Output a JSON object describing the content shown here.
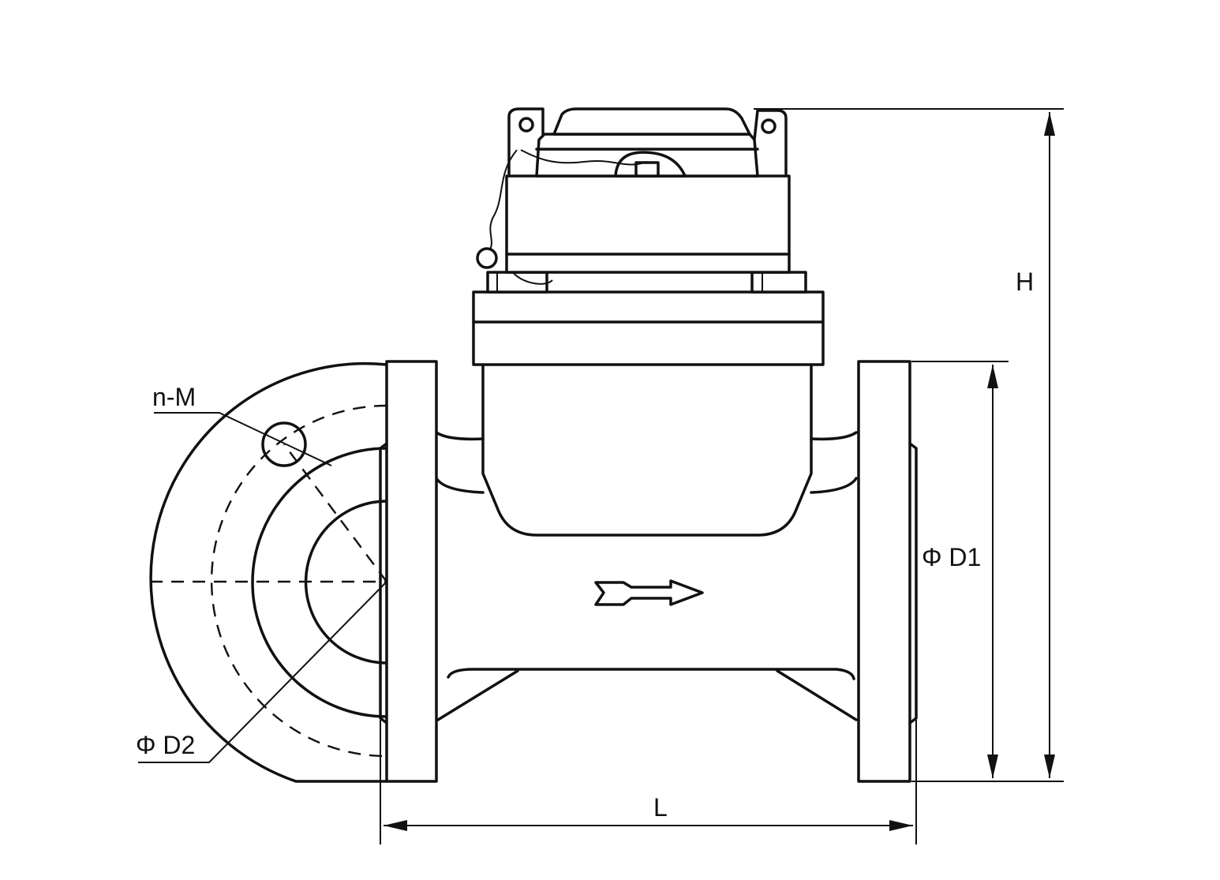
{
  "labels": {
    "height": "H",
    "length": "L",
    "flange_od": "Φ D1",
    "bolt_circle": "Φ D2",
    "bolt_holes": "n-M"
  }
}
